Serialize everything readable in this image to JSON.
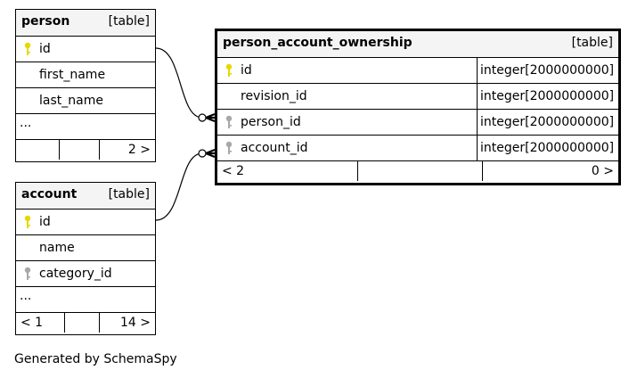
{
  "tables": {
    "person": {
      "name": "person",
      "kind": "[table]",
      "columns": [
        {
          "name": "id",
          "key": "primary"
        },
        {
          "name": "first_name",
          "key": "none"
        },
        {
          "name": "last_name",
          "key": "none"
        }
      ],
      "ellipsis": "...",
      "footer": {
        "left": "",
        "right": "2 >"
      }
    },
    "account": {
      "name": "account",
      "kind": "[table]",
      "columns": [
        {
          "name": "id",
          "key": "primary"
        },
        {
          "name": "name",
          "key": "none"
        },
        {
          "name": "category_id",
          "key": "foreign"
        }
      ],
      "ellipsis": "...",
      "footer": {
        "left": "< 1",
        "right": "14 >"
      }
    },
    "person_account_ownership": {
      "name": "person_account_ownership",
      "kind": "[table]",
      "columns": [
        {
          "name": "id",
          "type": "integer[2000000000]",
          "key": "primary"
        },
        {
          "name": "revision_id",
          "type": "integer[2000000000]",
          "key": "none"
        },
        {
          "name": "person_id",
          "type": "integer[2000000000]",
          "key": "foreign"
        },
        {
          "name": "account_id",
          "type": "integer[2000000000]",
          "key": "foreign"
        }
      ],
      "footer": {
        "left": "< 2",
        "right": "0 >"
      }
    }
  },
  "colors": {
    "primary_key": "#e6d800",
    "foreign_key": "#a8a8a8",
    "header_bg": "#f4f4f4"
  },
  "footer_note": "Generated by SchemaSpy"
}
